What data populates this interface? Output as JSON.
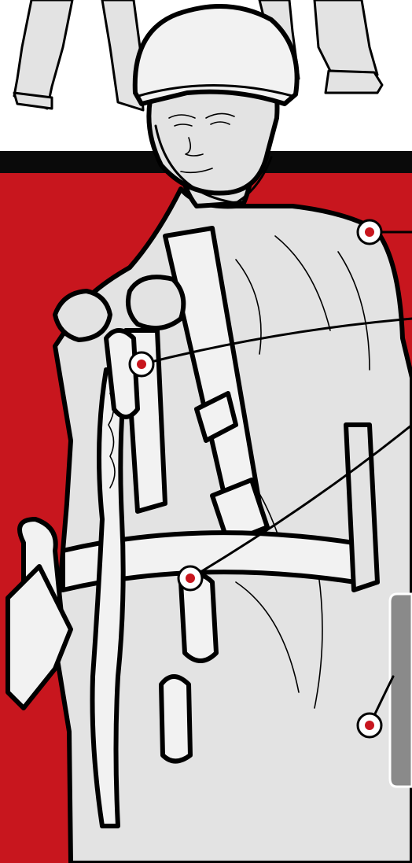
{
  "colors": {
    "background_top": "#ffffff",
    "band": "#0a0a0a",
    "panel": "#c8161e",
    "figure_fill": "#e3e3e3",
    "outline": "#000000",
    "hotspot_ring": "#ffffff",
    "hotspot_dot": "#c8161e",
    "side_tab": "#8a8a8a"
  },
  "illustration": {
    "subject": "worker-in-fall-protection-harness-icon"
  },
  "hotspots": [
    {
      "id": "shoulder"
    },
    {
      "id": "chest-dring"
    },
    {
      "id": "hip-dring"
    },
    {
      "id": "leg-strap"
    }
  ]
}
